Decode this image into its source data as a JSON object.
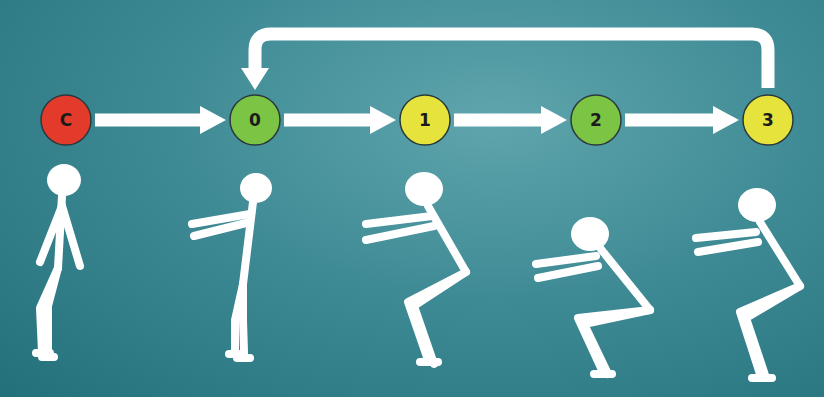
{
  "diagram": {
    "nodes": [
      {
        "text": [
          "C"
        ]
      },
      {
        "text": [
          "0"
        ]
      },
      {
        "text": [
          "1"
        ]
      },
      {
        "text": [
          "2"
        ]
      },
      {
        "text": [
          "3"
        ]
      }
    ],
    "edges": [
      {
        "from": 0,
        "to": 1,
        "arrow": "to"
      },
      {
        "from": 1,
        "to": 2,
        "arrow": "to"
      },
      {
        "from": 2,
        "to": 3,
        "arrow": "to"
      },
      {
        "from": 3,
        "to": 4,
        "arrow": "to"
      },
      {
        "from": 4,
        "to": 1,
        "arrow": "to"
      }
    ]
  }
}
